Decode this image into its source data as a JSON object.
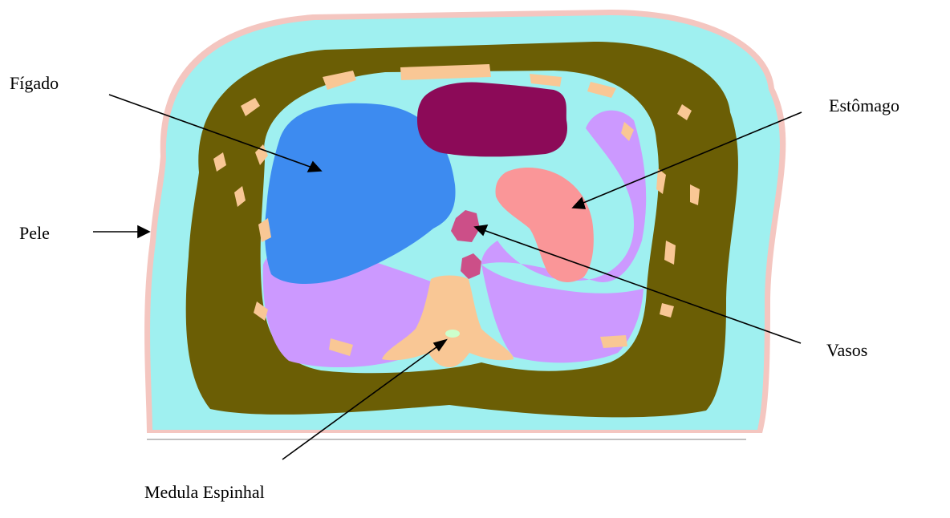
{
  "labels": {
    "figado": "Fígado",
    "estomago": "Estômago",
    "pele": "Pele",
    "vasos": "Vasos",
    "medula": "Medula Espinhal"
  },
  "colors": {
    "skin_outline": "#f4c6c0",
    "subcutaneous_fat": "#9ff0f0",
    "muscle": "#6b5e05",
    "bone": "#f9c795",
    "liver": "#3d8bf0",
    "stomach": "#fa9698",
    "stomach_dark_organ": "#8c0a58",
    "kidney_lung": "#cc99ff",
    "vessels": "#cc4f88",
    "spinal_cord": "#ccffcc",
    "baseline": "#c0c0c0"
  }
}
